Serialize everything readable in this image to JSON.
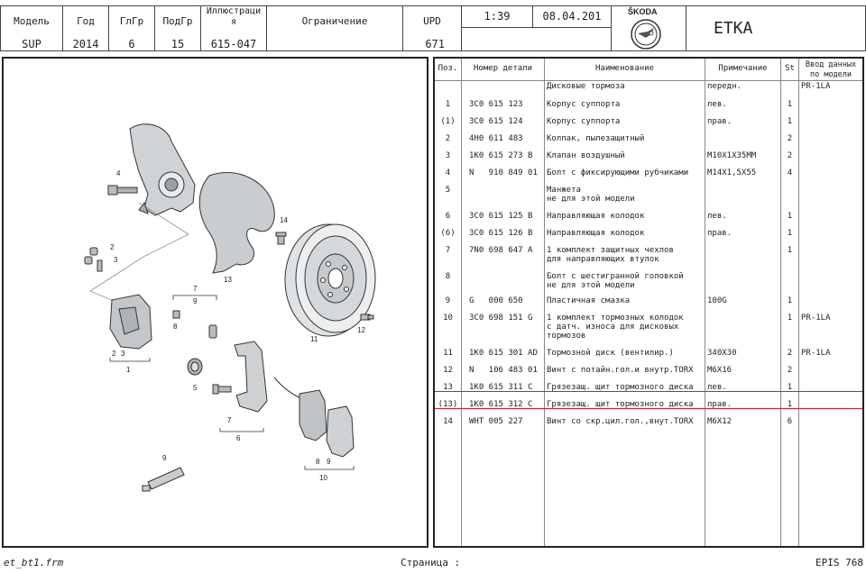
{
  "header": {
    "model_label": "Модель",
    "model_value": "SUP",
    "year_label": "Год",
    "year_value": "2014",
    "glgr_label": "ГлГр",
    "glgr_value": "6",
    "podgr_label": "ПодГр",
    "podgr_value": "15",
    "illus_label": "Иллюстраци я",
    "illus_value": "615-047",
    "restriction_label": "Ограничение",
    "restriction_value": "",
    "upd_label": "UPD",
    "upd_value": "671",
    "time_value": "1:39",
    "date_value": "08.04.201",
    "brand_text": "ŠKODA",
    "app_title": "ETKA"
  },
  "table": {
    "headers": [
      "Поз.",
      "Номер детали",
      "Наименование",
      "Примечание",
      "St",
      "Ввод данных по модели"
    ],
    "rows": [
      {
        "pos": "",
        "part": "",
        "name": "Дисковые тормоза",
        "note": "передн.",
        "st": "",
        "input": "PR-1LA"
      },
      {
        "pos": "1",
        "part": "3C0 615 123",
        "name": "Корпус суппорта",
        "note": "лев.",
        "st": "1",
        "input": ""
      },
      {
        "pos": "(1)",
        "part": "3C0 615 124",
        "name": "Корпус суппорта",
        "note": "прав.",
        "st": "1",
        "input": ""
      },
      {
        "pos": "2",
        "part": "4H0 611 483",
        "name": "Колпак, пылезащитный",
        "note": "",
        "st": "2",
        "input": ""
      },
      {
        "pos": "3",
        "part": "1K0 615 273 B",
        "name": "Клапан воздушный",
        "note": "M10X1X35MM",
        "st": "2",
        "input": ""
      },
      {
        "pos": "4",
        "part": "N   910 849 01",
        "name": "Болт с фиксирующими рубчиками",
        "note": "M14X1,5X55",
        "st": "4",
        "input": ""
      },
      {
        "pos": "5",
        "part": "",
        "name": "Манжета\nне для этой модели",
        "note": "",
        "st": "",
        "input": ""
      },
      {
        "pos": "6",
        "part": "3C0 615 125 B",
        "name": "Направляющая колодок",
        "note": "лев.",
        "st": "1",
        "input": ""
      },
      {
        "pos": "(6)",
        "part": "3C0 615 126 B",
        "name": "Направляющая колодок",
        "note": "прав.",
        "st": "1",
        "input": ""
      },
      {
        "pos": "7",
        "part": "7N0 698 647 A",
        "name": "1 комплект защитных чехлов\nдля направляющих втулок",
        "note": "",
        "st": "1",
        "input": ""
      },
      {
        "pos": "8",
        "part": "",
        "name": "Болт с шестигранной головкой\nне для этой модели",
        "note": "",
        "st": "",
        "input": ""
      },
      {
        "pos": "9",
        "part": "G   000 650",
        "name": "Пластичная смазка",
        "note": "100G",
        "st": "1",
        "input": ""
      },
      {
        "pos": "10",
        "part": "3C0 698 151 G",
        "name": "1 комплект тормозных колодок\nс датч. износа для дисковых\nтормозов",
        "note": "",
        "st": "1",
        "input": "PR-1LA"
      },
      {
        "pos": "11",
        "part": "1K0 615 301 AD",
        "name": "Тормозной диск (вентилир.)",
        "note": "340X30",
        "st": "2",
        "input": "PR-1LA"
      },
      {
        "pos": "12",
        "part": "N   106 483 01",
        "name": "Винт с потайн.гол.и внутр.TORX",
        "note": "M6X16",
        "st": "2",
        "input": ""
      },
      {
        "pos": "13",
        "part": "1K0 615 311 C",
        "name": "Грязезащ. щит тормозного диска",
        "note": "лев.",
        "st": "1",
        "input": ""
      },
      {
        "pos": "(13)",
        "part": "1K0 615 312 C",
        "name": "Грязезащ. щит тормозного диска",
        "note": "прав.",
        "st": "1",
        "input": ""
      },
      {
        "pos": "14",
        "part": "WHT 005 227",
        "name": "Винт со скр.цил.гол.,внут.TORX",
        "note": "M6X12",
        "st": "6",
        "input": ""
      }
    ]
  },
  "diagram": {
    "labels": [
      "4",
      "2",
      "3",
      "14",
      "13",
      "7",
      "9",
      "8",
      "1",
      "2",
      "3",
      "5",
      "7",
      "6",
      "11",
      "12",
      "8",
      "9",
      "10",
      "9"
    ]
  },
  "footer": {
    "left": "et_bt1.frm",
    "center": "Страница  :",
    "right": "EPIS 768"
  },
  "colors": {
    "highlight": "#cc2222",
    "border": "#222222"
  }
}
